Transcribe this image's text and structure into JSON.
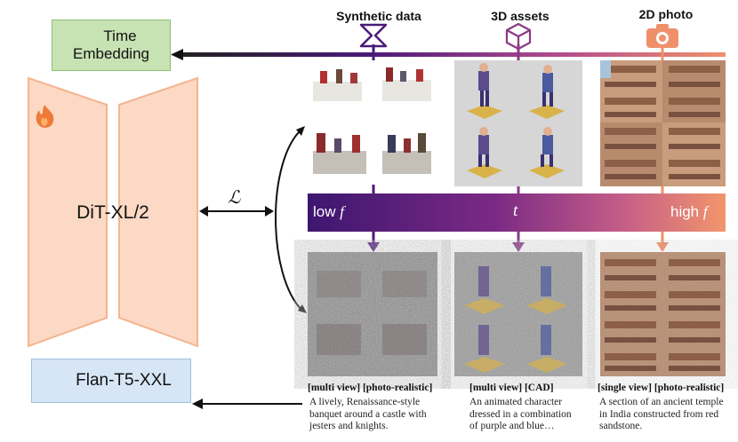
{
  "time_embedding": {
    "label_line1": "Time",
    "label_line2": "Embedding",
    "icon": "snowflake-icon"
  },
  "dit": {
    "label": "DiT-XL/2",
    "icon": "flame-icon"
  },
  "flan": {
    "label": "Flan-T5-XXL",
    "icon": "snowflake-icon"
  },
  "loss_symbol": "ℒ",
  "columns": [
    {
      "title": "Synthetic data",
      "icon": "hourglass-icon",
      "caption_head": "[multi view] [photo-realistic]",
      "caption_lines": [
        "A lively, Renaissance-style",
        "banquet around a castle with",
        "jesters and knights."
      ]
    },
    {
      "title": "3D assets",
      "icon": "cube-icon",
      "caption_head": "[multi view] [CAD]",
      "caption_lines": [
        "An animated character",
        "dressed in a combination",
        "of purple and blue…"
      ]
    },
    {
      "title": "2D photo",
      "icon": "camera-icon",
      "caption_head": "[single view] [photo-realistic]",
      "caption_lines": [
        "A section of an ancient temple",
        "in India constructed from red",
        "sandstone."
      ]
    }
  ],
  "band": {
    "low_label": "low ",
    "center_label": "t",
    "high_label": "high ",
    "f_symbol": "f"
  },
  "colors": {
    "purple": "#4b1a78",
    "orange": "#f0906a",
    "dit_fill": "#fcd9c4",
    "dit_stroke": "#f5b48f"
  }
}
